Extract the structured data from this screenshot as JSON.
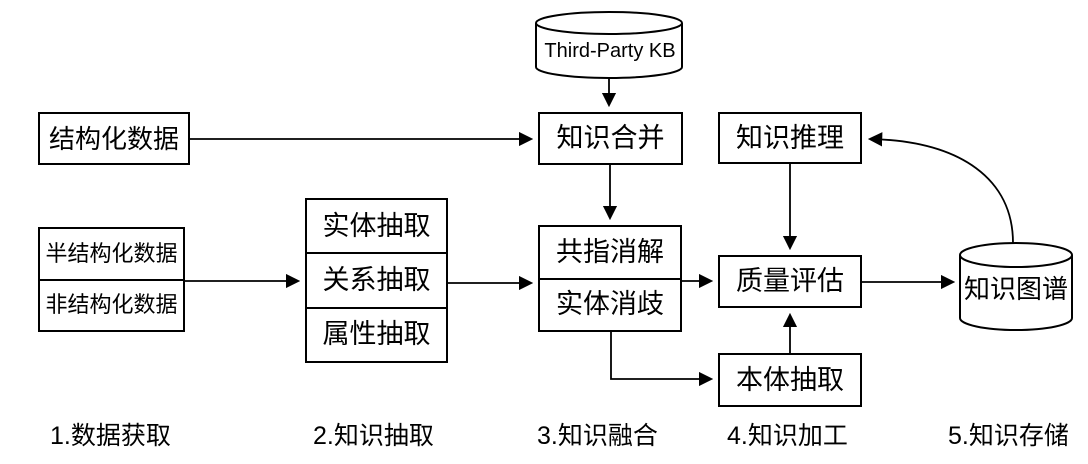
{
  "diagram": {
    "colors": {
      "stroke": "#000000",
      "background": "#ffffff"
    },
    "third_party_kb": {
      "label": "Third-Party KB"
    },
    "knowledge_graph": {
      "label": "知识图谱"
    },
    "boxes": {
      "structured_data": "结构化数据",
      "semi_structured_data": "半结构化数据",
      "unstructured_data": "非结构化数据",
      "entity_extraction": "实体抽取",
      "relation_extraction": "关系抽取",
      "attribute_extraction": "属性抽取",
      "knowledge_merging": "知识合并",
      "coreference_resolution": "共指消解",
      "entity_disambiguation": "实体消歧",
      "knowledge_reasoning": "知识推理",
      "quality_assessment": "质量评估",
      "ontology_extraction": "本体抽取"
    },
    "stages": [
      {
        "label": "1.数据获取"
      },
      {
        "label": "2.知识抽取"
      },
      {
        "label": "3.知识融合"
      },
      {
        "label": "4.知识加工"
      },
      {
        "label": "5.知识存储"
      }
    ]
  }
}
